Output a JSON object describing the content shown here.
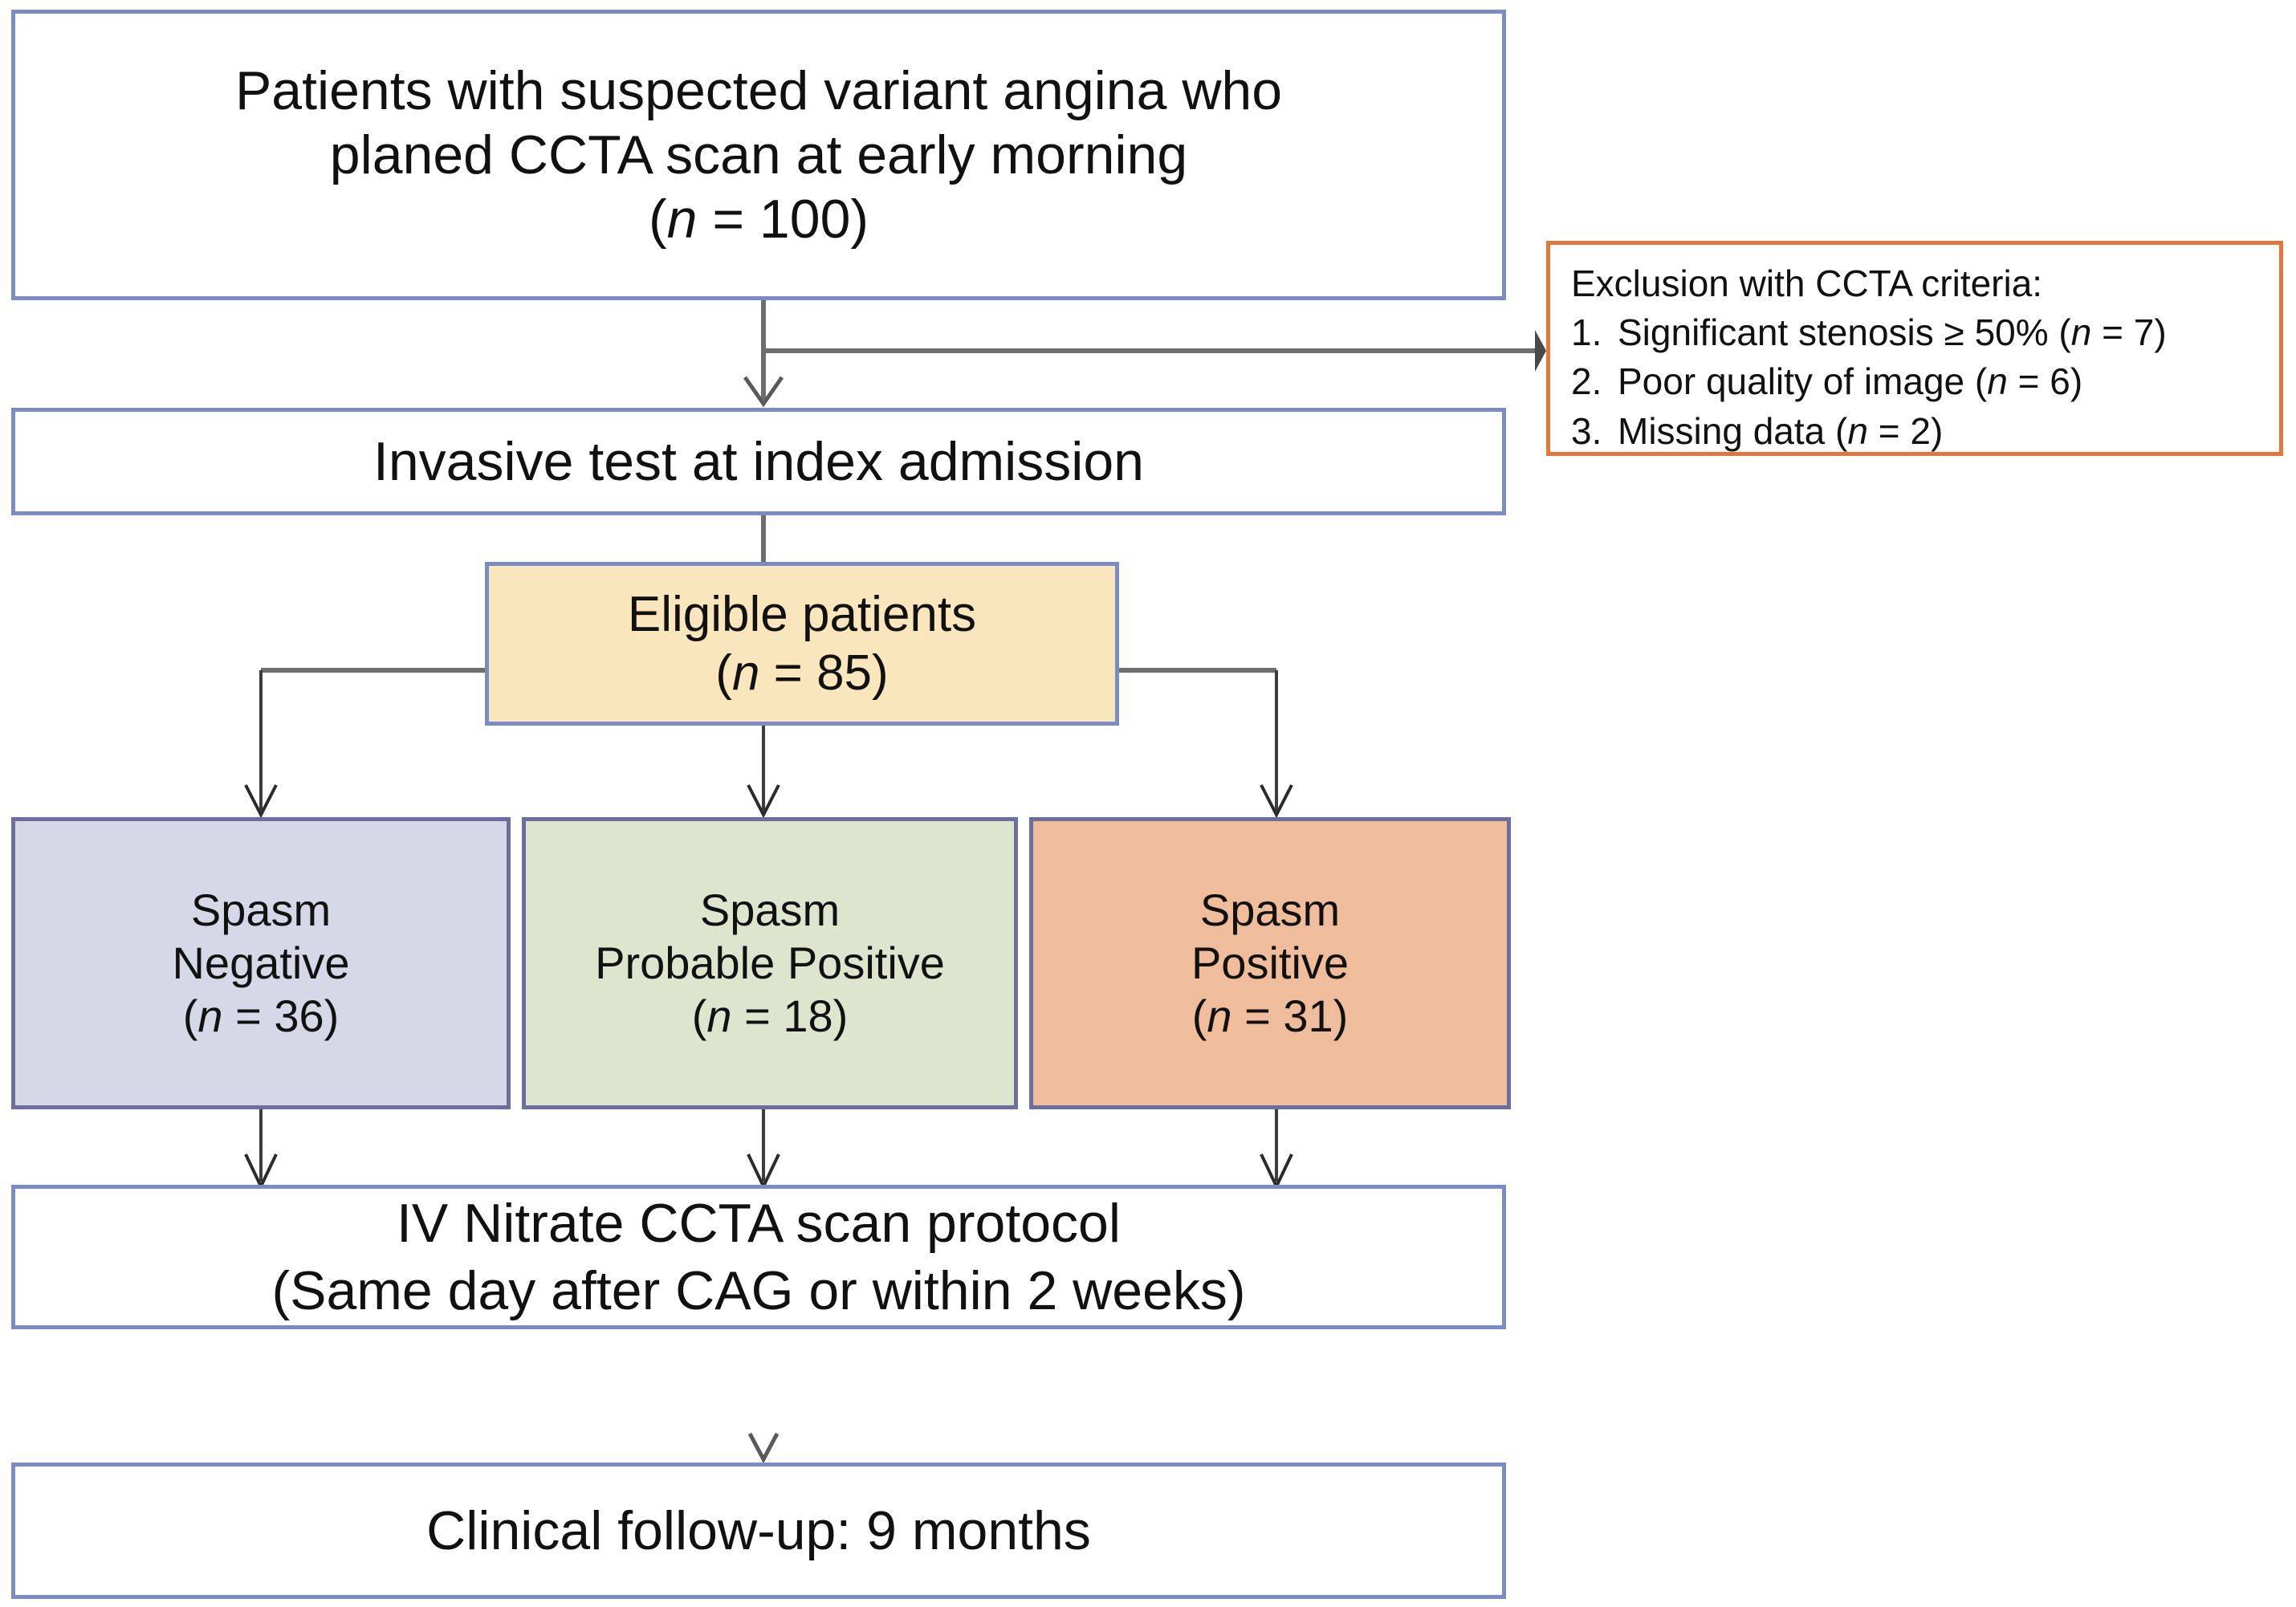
{
  "figure": {
    "type": "flowchart",
    "title": "Patient enrollment and study protocol flow diagram",
    "background_color": "#ffffff"
  },
  "colors": {
    "blue_border": "#7b8cc4",
    "dark_blue_border": "#6b6f9e",
    "orange_border": "#e2763c",
    "cream_fill": "#fae6bc",
    "lavender_fill": "#d6d8e7",
    "green_fill": "#dee5ce",
    "salmon_fill": "#f0bd9c",
    "connector": "#6e6e6e",
    "text": "#111111"
  },
  "nodes": {
    "enrollment": {
      "id": "enrollment-box",
      "line1": "Patients with suspected variant angina who",
      "line2": "planed CCTA scan at early morning",
      "n_prefix": "(",
      "n_italic": "n",
      "n_value": " = 100)",
      "fill": "white",
      "border": "#7b8cc4"
    },
    "exclusion": {
      "id": "exclusion-box",
      "heading": "Exclusion with CCTA criteria:",
      "items": [
        {
          "num": "1.",
          "text_a": "Significant stenosis ≥ 50% (",
          "italic": "n",
          "text_b": " = 7)"
        },
        {
          "num": "2.",
          "text_a": "Poor quality of image (",
          "italic": "n",
          "text_b": " = 6)"
        },
        {
          "num": "3.",
          "text_a": "Missing data (",
          "italic": "n",
          "text_b": " = 2)"
        }
      ],
      "fill": "white",
      "border": "#e2763c"
    },
    "invasive": {
      "id": "invasive-test-box",
      "line1": "Invasive test at index admission",
      "fill": "white",
      "border": "#7b8cc4"
    },
    "eligible": {
      "id": "eligible-patients-box",
      "line1": "Eligible patients",
      "n_prefix": "(",
      "n_italic": "n",
      "n_value": " = 85)",
      "fill": "#fae6bc",
      "border": "#7b8cc4"
    },
    "spasm_negative": {
      "id": "spasm-negative-box",
      "line1": "Spasm",
      "line2": "Negative",
      "n_prefix": "(",
      "n_italic": "n",
      "n_value": " = 36)",
      "fill": "#d6d8e7",
      "border": "#6b6f9e"
    },
    "spasm_probable_positive": {
      "id": "spasm-probable-positive-box",
      "line1": "Spasm",
      "line2": "Probable Positive",
      "n_prefix": "(",
      "n_italic": "n",
      "n_value": " = 18)",
      "fill": "#dee5ce",
      "border": "#6b6f9e"
    },
    "spasm_positive": {
      "id": "spasm-positive-box",
      "line1": "Spasm",
      "line2": "Positive",
      "n_prefix": "(",
      "n_italic": "n",
      "n_value": " = 31)",
      "fill": "#f0bd9c",
      "border": "#6b6f9e"
    },
    "protocol": {
      "id": "iv-nitrate-protocol-box",
      "line1": "IV Nitrate CCTA scan protocol",
      "line2": "(Same day after CAG or within 2 weeks)",
      "fill": "white",
      "border": "#7b8cc4"
    },
    "followup": {
      "id": "clinical-followup-box",
      "line1": "Clinical follow-up: 9 months",
      "fill": "white",
      "border": "#7b8cc4"
    }
  },
  "counts": {
    "enrolled": 100,
    "excluded_significant_stenosis": 7,
    "excluded_poor_image_quality": 6,
    "excluded_missing_data": 2,
    "eligible": 85,
    "spasm_negative": 36,
    "spasm_probable_positive": 18,
    "spasm_positive": 31
  },
  "edges": [
    {
      "from": "enrollment",
      "to": "invasive",
      "style": "open-arrow"
    },
    {
      "from": "enrollment",
      "to": "exclusion",
      "style": "solid-arrow"
    },
    {
      "from": "invasive",
      "to": "eligible",
      "style": "line"
    },
    {
      "from": "eligible",
      "to": "spasm_negative",
      "style": "open-arrow"
    },
    {
      "from": "eligible",
      "to": "spasm_probable_positive",
      "style": "open-arrow"
    },
    {
      "from": "eligible",
      "to": "spasm_positive",
      "style": "open-arrow"
    },
    {
      "from": "spasm_negative",
      "to": "protocol",
      "style": "open-arrow"
    },
    {
      "from": "spasm_probable_positive",
      "to": "protocol",
      "style": "open-arrow"
    },
    {
      "from": "spasm_positive",
      "to": "protocol",
      "style": "open-arrow"
    },
    {
      "from": "protocol",
      "to": "followup",
      "style": "open-arrow"
    }
  ]
}
